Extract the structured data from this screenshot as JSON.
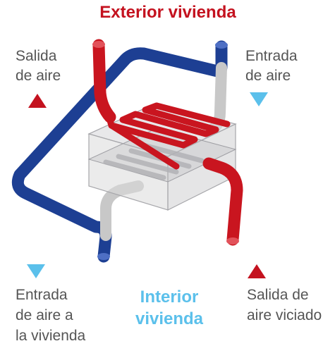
{
  "header": {
    "title": "Exterior vivienda"
  },
  "footer": {
    "title_line1": "Interior",
    "title_line2": "vivienda"
  },
  "corners": {
    "top_left": {
      "line1": "Salida",
      "line2": "de aire"
    },
    "top_right": {
      "line1": "Entrada",
      "line2": "de aire"
    },
    "bottom_left": {
      "line1": "Entrada",
      "line2": "de aire a",
      "line3": "la vivienda"
    },
    "bottom_right": {
      "line1": "Salida de",
      "line2": "aire viciado"
    }
  },
  "colors": {
    "exterior_red": "#c4121f",
    "interior_blue": "#5bc0eb",
    "pipe_blue": "#1d3f93",
    "pipe_red": "#c9151f",
    "pipe_grey": "#c8c8c8",
    "text_grey": "#555555"
  }
}
